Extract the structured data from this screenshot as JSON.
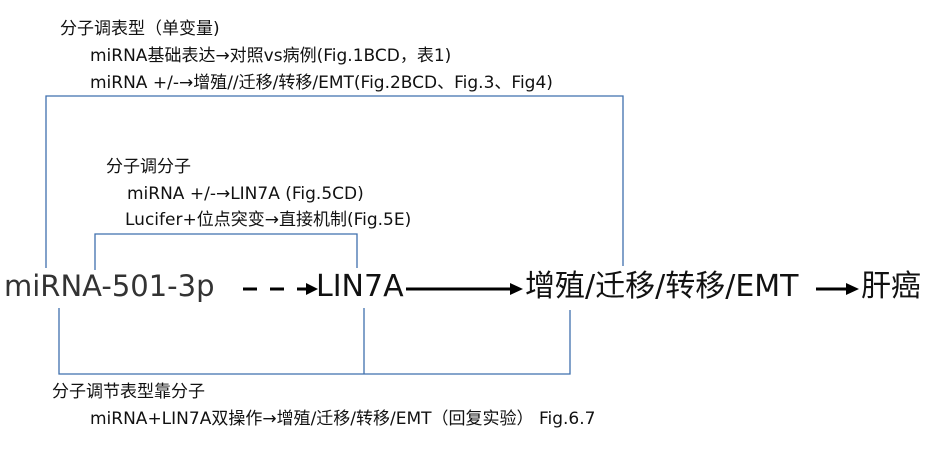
{
  "colors": {
    "bracket": "#3f6fae",
    "arrow": "#000000",
    "text": "#111111"
  },
  "section_top": {
    "title": "分子调表型（单变量)",
    "lines": [
      "miRNA基础表达→对照vs病例(Fig.1BCD，表1)",
      "miRNA +/-→增殖//迁移/转移/EMT(Fig.2BCD、Fig.3、Fig4)"
    ]
  },
  "section_mid": {
    "title": "分子调分子",
    "lines": [
      "miRNA +/-→LIN7A (Fig.5CD)",
      "Lucifer+位点突变→直接机制(Fig.5E)"
    ]
  },
  "pathway": {
    "nodes": [
      "miRNA-501-3p",
      "LIN7A",
      "增殖/迁移/转移/EMT",
      "肝癌"
    ]
  },
  "section_bottom": {
    "title": "分子调节表型靠分子",
    "lines": [
      "miRNA+LIN7A双操作→增殖/迁移/转移/EMT（回复实验） Fig.6.7"
    ]
  }
}
